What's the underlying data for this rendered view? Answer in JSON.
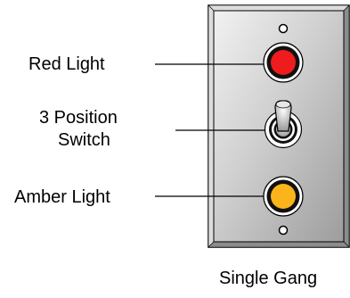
{
  "labels": {
    "red_light": "Red Light",
    "switch_line1": "3 Position",
    "switch_line2": "Switch",
    "amber_light": "Amber Light",
    "caption": "Single Gang"
  },
  "colors": {
    "plate_light": "#f4f4f4",
    "plate_dark": "#9a9a9a",
    "plate_border": "#000000",
    "bevel": "#c8c8c8",
    "red_lens": "#ee1c1c",
    "amber_lens": "#fbb41a",
    "ring": "#111111",
    "leader_line": "#000000"
  },
  "components": [
    {
      "name": "mounting-screw-top",
      "type": "screw"
    },
    {
      "name": "red-light",
      "type": "pilot-light",
      "lens_color": "red"
    },
    {
      "name": "toggle-switch",
      "type": "3-position-switch"
    },
    {
      "name": "amber-light",
      "type": "pilot-light",
      "lens_color": "amber"
    },
    {
      "name": "mounting-screw-bottom",
      "type": "screw"
    }
  ]
}
